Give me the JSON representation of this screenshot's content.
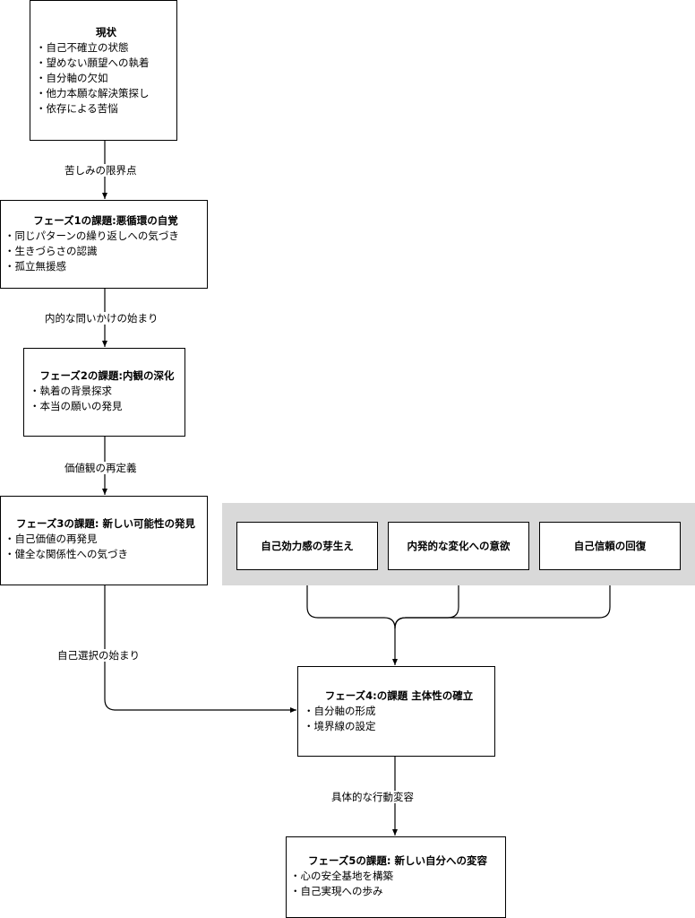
{
  "current": {
    "title": "現状",
    "items": [
      "自己不確立の状態",
      "望めない願望への執着",
      "自分軸の欠如",
      "他力本願な解決策探し",
      "依存による苦悩"
    ]
  },
  "phase1": {
    "title": "フェーズ1の課題:悪循環の自覚",
    "items": [
      "同じパターンの繰り返しへの気づき",
      "生きづらさの認識",
      "孤立無援感"
    ]
  },
  "phase2": {
    "title": "フェーズ2の課題:内観の深化",
    "items": [
      "執着の背景探求",
      "本当の願いの発見"
    ]
  },
  "phase3": {
    "title": "フェーズ3の課題: 新しい可能性の発見",
    "items": [
      "自己価値の再発見",
      "健全な関係性への気づき"
    ]
  },
  "phase4": {
    "title": "フェーズ4:の課題 主体性の確立",
    "items": [
      "自分軸の形成",
      "境界線の設定"
    ]
  },
  "phase5": {
    "title": "フェーズ5の課題: 新しい自分への変容",
    "items": [
      "心の安全基地を構築",
      "自己実現への歩み"
    ]
  },
  "factors": [
    "自己効力感の芽生え",
    "内発的な変化への意欲",
    "自己信頼の回復"
  ],
  "edge_labels": {
    "current_to_p1": "苦しみの限界点",
    "p1_to_p2": "内的な問いかけの始まり",
    "p2_to_p3": "価値観の再定義",
    "p3_to_p4": "自己選択の始まり",
    "p4_to_p5": "具体的な行動変容"
  }
}
